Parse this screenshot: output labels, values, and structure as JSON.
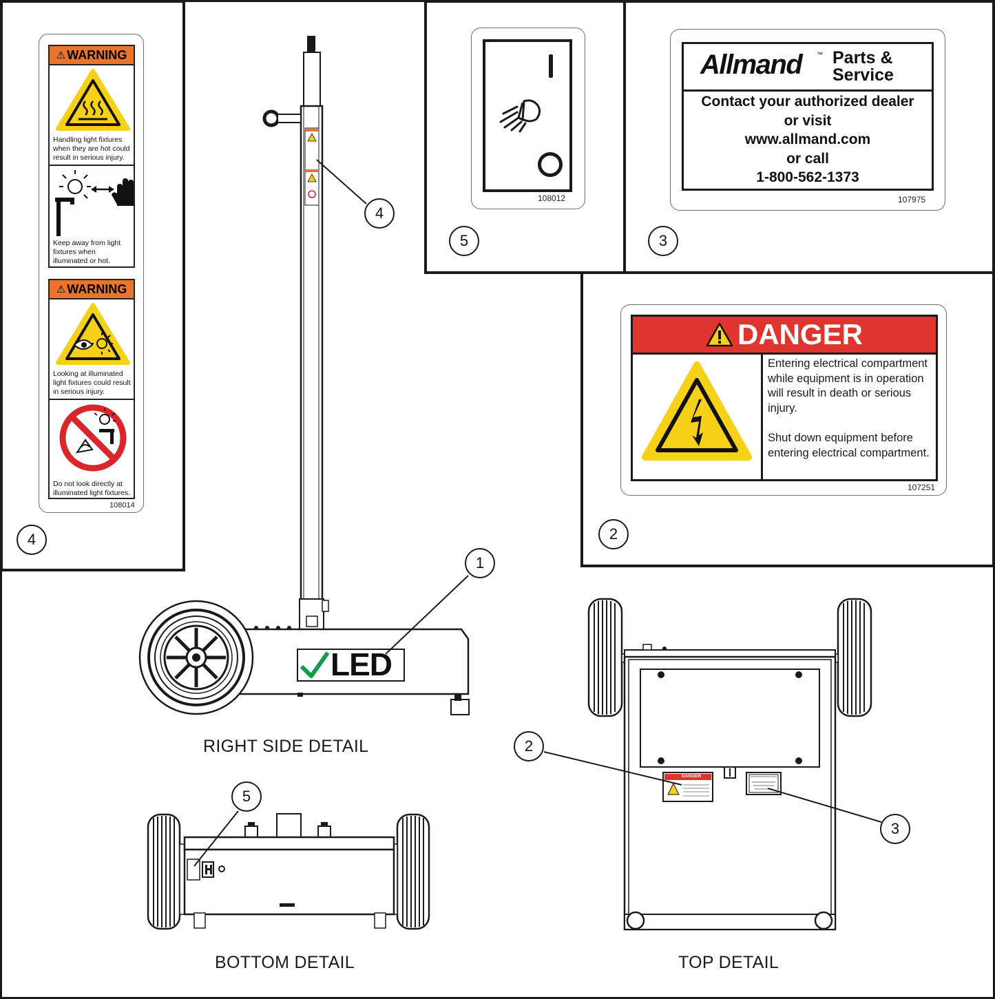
{
  "decal_warning": {
    "header_1": "WARNING",
    "text_1": "Handling light fixtures when they are hot could result in serious injury.",
    "text_2": "Keep away from light fixtures when illuminated or hot.",
    "header_2": "WARNING",
    "text_3": "Looking at illuminated light fixtures could result in serious injury.",
    "text_4": "Do not look directly at illuminated light fixtures.",
    "part_number": "108014",
    "callout": "4"
  },
  "decal_switch": {
    "part_number": "108012",
    "on_mark": "I",
    "off_mark": "O",
    "icon": "light-beam-icon",
    "callout": "5"
  },
  "decal_parts": {
    "brand": "Allmand",
    "trademark": "™",
    "title_line1": "Parts &",
    "title_line2": "Service",
    "line1": "Contact your authorized dealer",
    "line2": "or visit",
    "line3": "www.allmand.com",
    "line4": "or call",
    "line5": "1-800-562-1373",
    "part_number": "107975",
    "callout": "3"
  },
  "decal_danger": {
    "header": "DANGER",
    "text_1": "Entering electrical compartment while equipment is in operation will result in death or serious injury.",
    "text_2": "Shut down equipment before entering electrical compartment.",
    "part_number": "107251",
    "callout": "2"
  },
  "right_side": {
    "caption": "RIGHT SIDE DETAIL",
    "logo": "LED",
    "callout_body": "1",
    "callout_mast": "4"
  },
  "bottom": {
    "caption": "BOTTOM DETAIL",
    "callout": "5"
  },
  "top": {
    "caption": "TOP DETAIL",
    "callout_danger": "2",
    "callout_parts": "3",
    "mini_danger": "DANGER"
  },
  "colors": {
    "warning_orange": "#e9742a",
    "danger_red": "#e0342f",
    "hazard_yellow": "#f7d117",
    "prohibit_red": "#d8262b",
    "check_green": "#159a4a"
  }
}
